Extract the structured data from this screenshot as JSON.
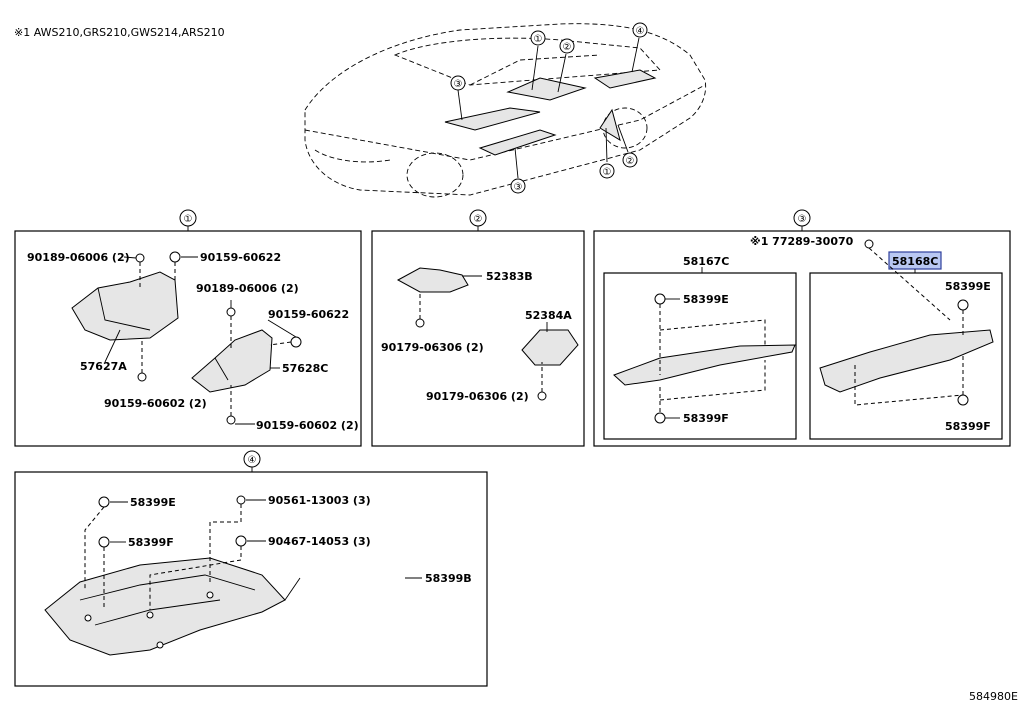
{
  "note": "※1 AWS210,GRS210,GWS214,ARS210",
  "diagram_code": "584980E",
  "callout_numbers": [
    "①",
    "②",
    "③",
    "④"
  ],
  "car_callouts": [
    "①",
    "②",
    "③",
    "④",
    "①",
    "②",
    "③"
  ],
  "panel1": {
    "number": "①",
    "labels": {
      "bolt_clip_1": "90189-06006 (2)",
      "bolt_1": "90159-60622",
      "bolt_clip_2": "90189-06006 (2)",
      "bolt_2": "90159-60622",
      "cover_left": "57627A",
      "cover_right": "57628C",
      "bolt_3": "90159-60602 (2)",
      "bolt_4": "90159-60602 (2)"
    }
  },
  "panel2": {
    "number": "②",
    "labels": {
      "bracket_top": "52383B",
      "clip_1": "90179-06306 (2)",
      "bracket_bottom": "52384A",
      "clip_2": "90179-06306 (2)"
    }
  },
  "panel3": {
    "number": "③",
    "labels": {
      "note_part": "※1 77289-30070",
      "sub_left": "58167C",
      "sub_right": "58168C",
      "clip_e_left": "58399E",
      "clip_f_left": "58399F",
      "clip_e_right": "58399E",
      "clip_f_right": "58399F"
    }
  },
  "panel4": {
    "number": "④",
    "labels": {
      "clip_e": "58399E",
      "clip_f": "58399F",
      "bolt_1": "90561-13003 (3)",
      "bolt_2": "90467-14053 (3)",
      "cover": "58399B"
    }
  },
  "highlight_color": "#b9c8f2"
}
